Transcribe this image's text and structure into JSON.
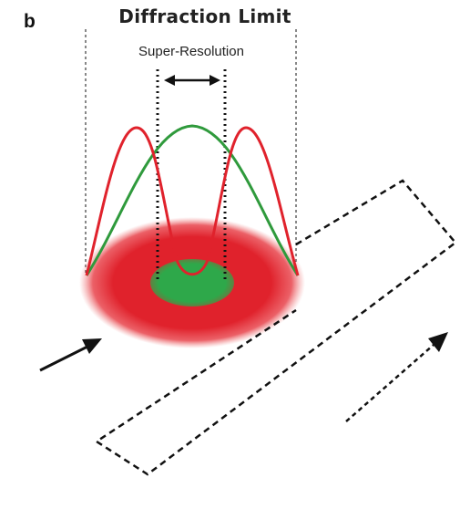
{
  "panel_label": "b",
  "title": "Diffraction Limit",
  "subtitle": "Super-Resolution",
  "colors": {
    "excitation": "#e0222c",
    "depletion_center": "#2ea84a",
    "red_curve": "#e0222c",
    "green_curve": "#2f9a3c",
    "dashes": "#111111"
  }
}
